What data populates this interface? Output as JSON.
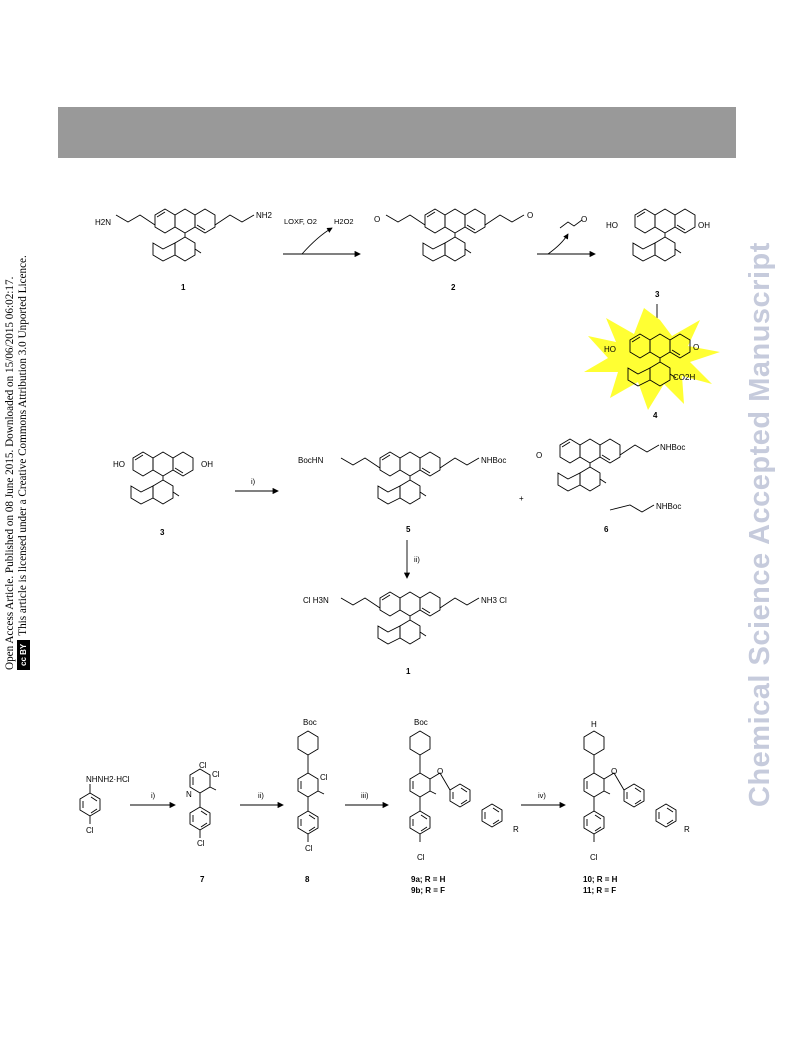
{
  "header": {
    "side_note": {
      "line1": "Open Access Article. Published on 08 June 2015. Downloaded on 15/06/2015 06:02:17.",
      "cc_badge": "cc BY",
      "line2": "This article is licensed under a Creative Commons Attribution 3.0 Unported Licence."
    },
    "watermark": "Chemical Science Accepted Manuscript"
  },
  "scheme1": {
    "compound1_left": "H2N",
    "compound1_right": "NH2",
    "reagent_top": "LOXF, O2",
    "byproduct": "H2O2",
    "ho_left": "HO",
    "oh_right": "OH",
    "ho4": "HO",
    "co2h": "CO2H",
    "label1": "1",
    "label2": "2",
    "label3": "3",
    "label4": "4"
  },
  "scheme2": {
    "ho": "HO",
    "oh": "OH",
    "step_i": "i)",
    "step_ii": "ii)",
    "boc_left": "BocHN",
    "boc_right": "NHBoc",
    "plus": "+",
    "nhboc6a": "NHBoc",
    "nhboc6b": "NHBoc",
    "salt_left": "Cl H3N",
    "salt_right": "NH3 Cl",
    "label3": "3",
    "label5": "5",
    "label6": "6",
    "label1": "1"
  },
  "scheme3": {
    "hydrazine": "NHNH2·HCl",
    "cl": "Cl",
    "step_i": "i)",
    "step_ii": "ii)",
    "step_iii": "iii)",
    "step_iv": "iv)",
    "boc": "Boc",
    "h": "H",
    "r": "R",
    "label7": "7",
    "label8": "8",
    "label9a": "9a; R = H",
    "label9b": "9b; R = F",
    "label10": "10; R = H",
    "label11": "11; R = F"
  },
  "colors": {
    "banner": "#999999",
    "watermark": "#c6cbdc",
    "starburst": "#ffff33"
  }
}
